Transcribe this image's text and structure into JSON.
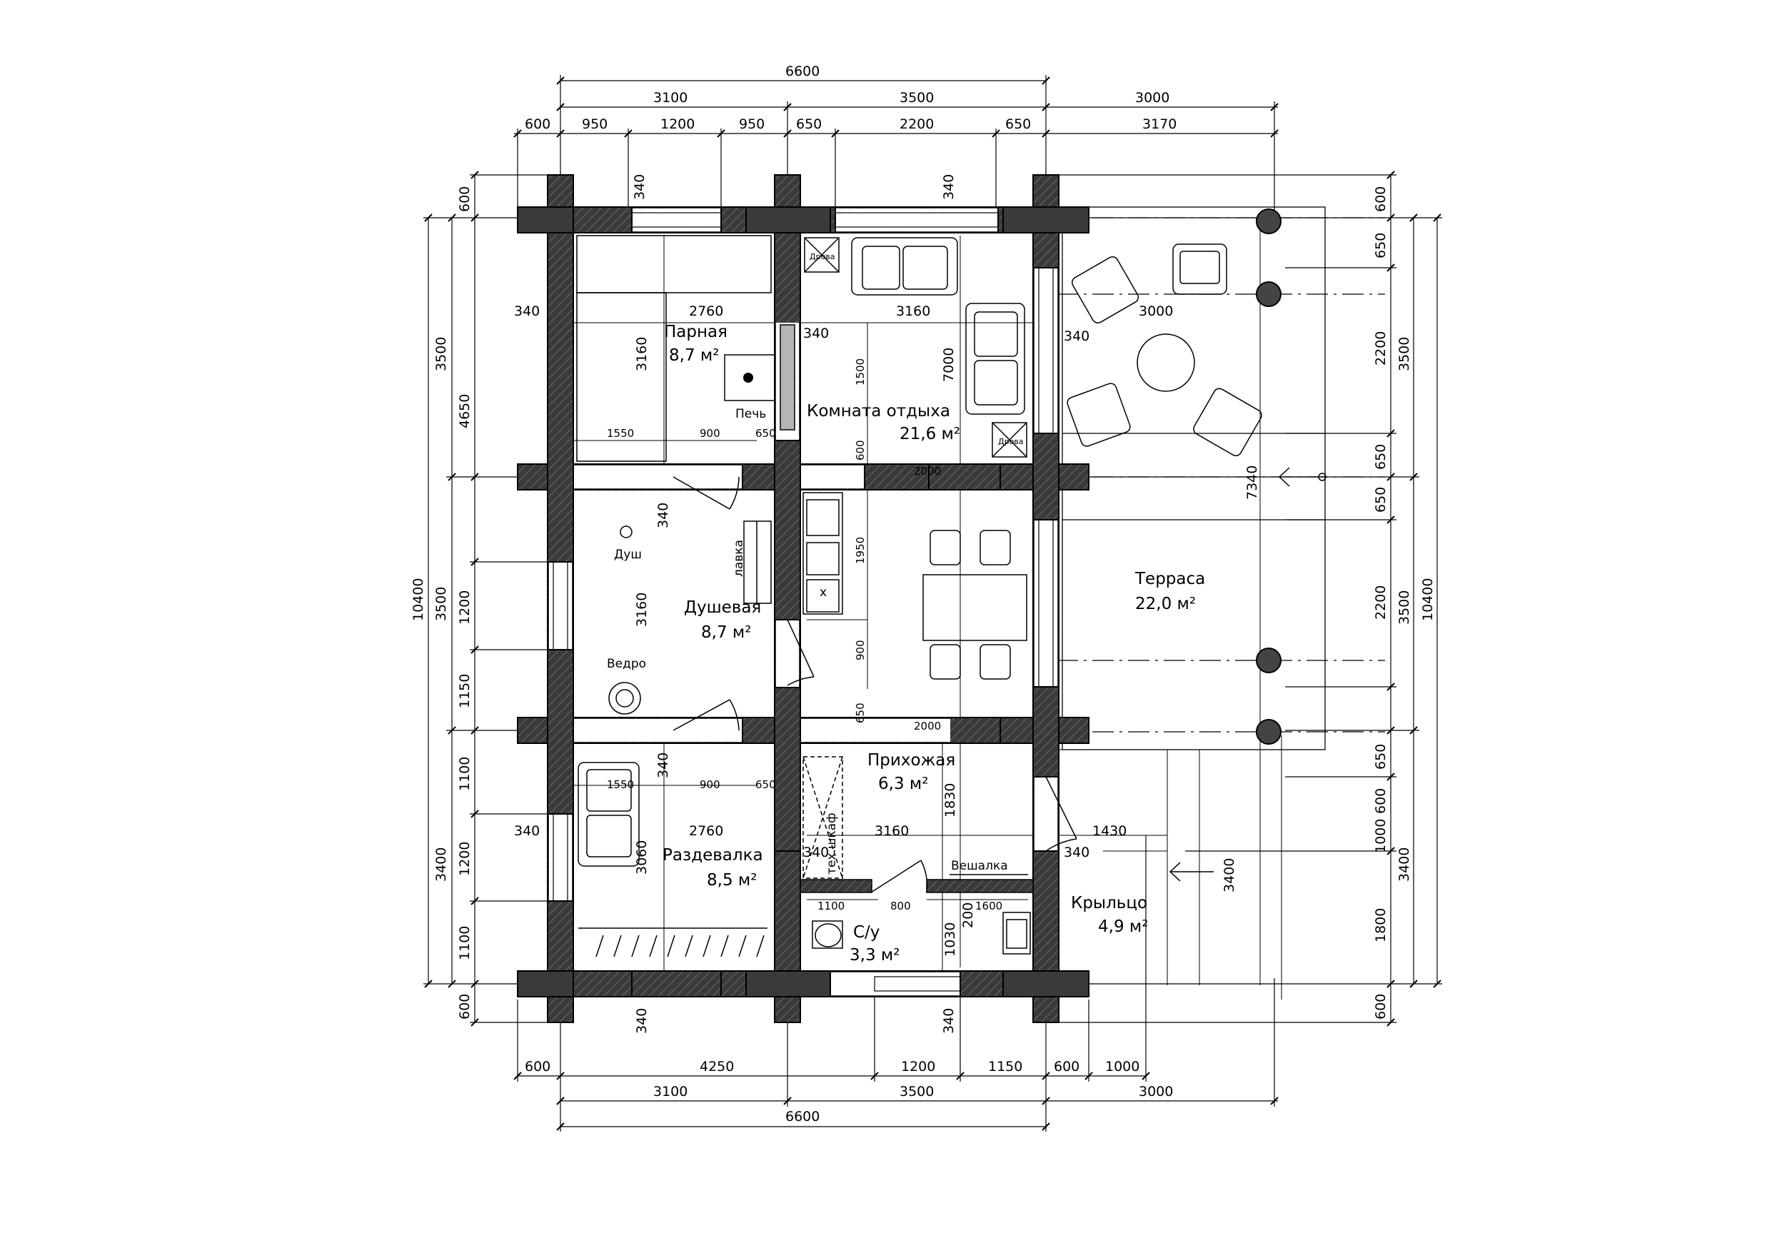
{
  "rooms": {
    "parnaya": {
      "name": "Парная",
      "area": "8,7 м²"
    },
    "komnata": {
      "name": "Комната отдыха",
      "area": "21,6 м²"
    },
    "dushevaya": {
      "name": "Душевая",
      "area": "8,7 м²"
    },
    "terrasa": {
      "name": "Терраса",
      "area": "22,0 м²"
    },
    "prihozhaya": {
      "name": "Прихожая",
      "area": "6,3 м²"
    },
    "razdevalka": {
      "name": "Раздевалка",
      "area": "8,5 м²"
    },
    "su": {
      "name": "С/у",
      "area": "3,3 м²"
    },
    "kryltso": {
      "name": "Крыльцо",
      "area": "4,9 м²"
    }
  },
  "items": {
    "pech": "Печь",
    "dush": "Душ",
    "vedro": "Ведро",
    "lavka": "лавка",
    "veshalka": "Вешалка",
    "tekhshkaf": "тех.шкаф",
    "drova1": "Дрова",
    "drova2": "Дрова",
    "sink_x": "x"
  },
  "dims": {
    "top1": "6600",
    "top2": [
      "3100",
      "3500",
      "3000"
    ],
    "top3": [
      "600",
      "950",
      "1200",
      "950",
      "650",
      "2200",
      "650",
      "3170"
    ],
    "bot1": [
      "600",
      "4250",
      "1200",
      "1150",
      "600",
      "1000"
    ],
    "bot2": [
      "3100",
      "3500",
      "3000"
    ],
    "bot3": "6600",
    "left_outer": "10400",
    "left_mid": [
      "3500",
      "3500",
      "3400"
    ],
    "left_4650": "4650",
    "left_inner": [
      "600",
      "1200",
      "1150",
      "1100",
      "1200",
      "1100",
      "600"
    ],
    "right_inner": [
      "600",
      "650",
      "2200",
      "650",
      "650",
      "2200",
      "650",
      "600",
      "1000",
      "1800",
      "600"
    ],
    "right_mid": [
      "3500",
      "3500",
      "3400"
    ],
    "right_outer": "10400",
    "inner": {
      "w340a": "340",
      "w340b": "340",
      "w340c": "340",
      "w340d": "340",
      "w340e": "340",
      "w340f": "340",
      "w340g": "340",
      "w340h": "340",
      "w340i": "340",
      "w340j": "340",
      "w340k": "340",
      "w340l": "340",
      "r2760a": "2760",
      "r3160a": "3160",
      "r3000": "3000",
      "v3160a": "3160",
      "v7000": "7000",
      "v1500": "1500",
      "d1550a": "1550",
      "d900a": "900",
      "d650a": "650",
      "v600": "600",
      "h2000a": "2000",
      "v1950": "1950",
      "v3160b": "3160",
      "v900": "900",
      "v650": "650",
      "h2000b": "2000",
      "d1550b": "1550",
      "d900b": "900",
      "d650b": "650",
      "r2760b": "2760",
      "r3160b": "3160",
      "v3060": "3060",
      "v1830": "1830",
      "h1430": "1430",
      "v3400": "3400",
      "v7340": "7340",
      "h1100": "1100",
      "h800": "800",
      "v200": "200",
      "h1600": "1600",
      "v1030": "1030"
    }
  }
}
